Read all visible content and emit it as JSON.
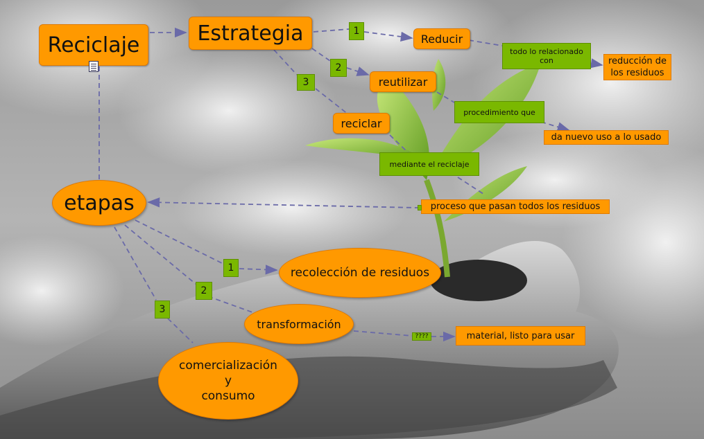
{
  "nodes": {
    "reciclaje": "Reciclaje",
    "estrategia": "Estrategia",
    "reducir": "Reducir",
    "reutilizar": "reutilizar",
    "reciclar": "reciclar",
    "reduccion": "reducción de\nlos residuos",
    "nuevo_uso": "da nuevo uso a lo usado",
    "proceso": "proceso que pasan todos los residuos",
    "etapas": "etapas",
    "recoleccion": "recolección de residuos",
    "transformacion": "transformación",
    "comercializacion": "comercialización\ny\nconsumo",
    "material": "material, listo para usar"
  },
  "link_labels": {
    "num1_top": "1",
    "num2_top": "2",
    "num3_top": "3",
    "todo_relacionado": "todo lo relacionado\ncon",
    "procedimiento": "procedimiento que",
    "mediante": "mediante el reciclaje",
    "num1_bottom": "1",
    "num2_bottom": "2",
    "num3_bottom": "3",
    "unknown": "????"
  },
  "icons": {
    "note": "document-icon"
  },
  "colors": {
    "concept": "#ff9900",
    "link_label": "#7ab800",
    "connector": "#6a6aa8"
  }
}
